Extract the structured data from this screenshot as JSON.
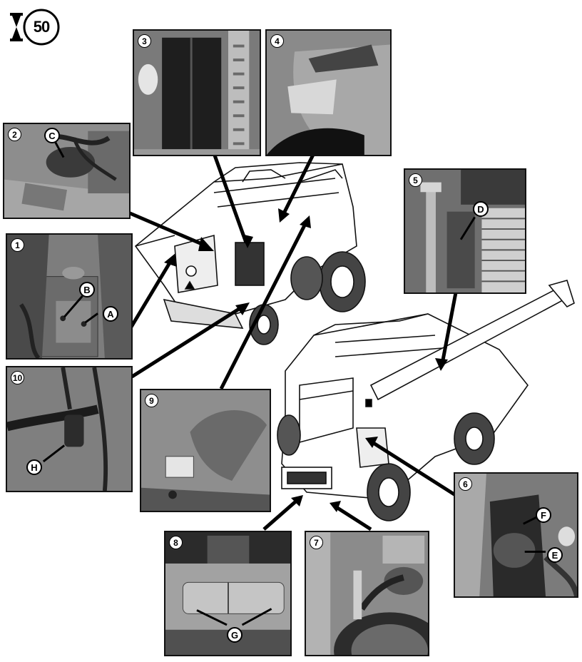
{
  "badge": {
    "interval": "50",
    "icon": "hourglass-icon"
  },
  "panels": [
    {
      "id": "p1",
      "number": "1"
    },
    {
      "id": "p2",
      "number": "2"
    },
    {
      "id": "p3",
      "number": "3"
    },
    {
      "id": "p4",
      "number": "4"
    },
    {
      "id": "p5",
      "number": "5"
    },
    {
      "id": "p6",
      "number": "6"
    },
    {
      "id": "p7",
      "number": "7"
    },
    {
      "id": "p8",
      "number": "8"
    },
    {
      "id": "p9",
      "number": "9"
    },
    {
      "id": "p10",
      "number": "10"
    }
  ],
  "callouts": {
    "a": "A",
    "b": "B",
    "c": "C",
    "d": "D",
    "e": "E",
    "f": "F",
    "g": "G",
    "h": "H"
  }
}
